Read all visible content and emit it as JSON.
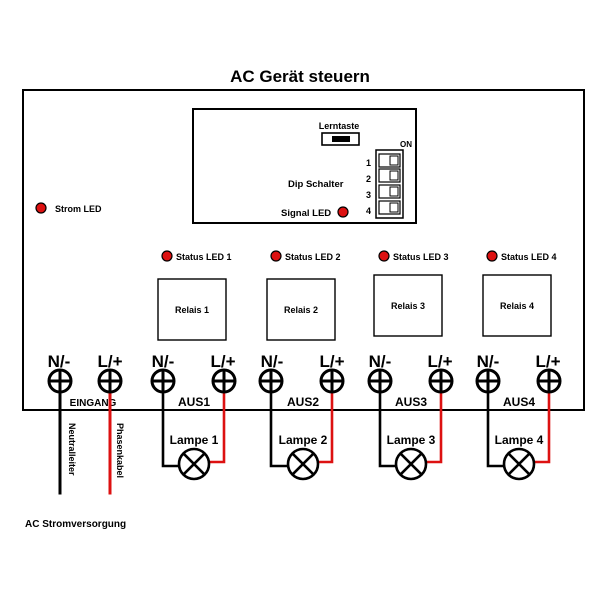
{
  "title": "AC Gerät steuern",
  "module": {
    "learn_button_label": "Lerntaste",
    "dip_on_label": "ON",
    "dip_label": "Dip Schalter",
    "dip_numbers": [
      "1",
      "2",
      "3",
      "4"
    ],
    "signal_led_label": "Signal LED"
  },
  "power_led_label": "Strom LED",
  "channels": [
    {
      "status_led": "Status LED 1",
      "relay": "Relais 1",
      "neg": "N/-",
      "pos": "L/+",
      "output": "AUS1",
      "lamp": "Lampe 1"
    },
    {
      "status_led": "Status LED 2",
      "relay": "Relais 2",
      "neg": "N/-",
      "pos": "L/+",
      "output": "AUS2",
      "lamp": "Lampe 2"
    },
    {
      "status_led": "Status LED 3",
      "relay": "Relais 3",
      "neg": "N/-",
      "pos": "L/+",
      "output": "AUS3",
      "lamp": "Lampe 3"
    },
    {
      "status_led": "Status LED 4",
      "relay": "Relais 4",
      "neg": "N/-",
      "pos": "L/+",
      "output": "AUS4",
      "lamp": "Lampe 4"
    }
  ],
  "input": {
    "neg": "N/-",
    "pos": "L/+",
    "label": "EINGANG",
    "neutral_wire_label": "Neutralleiter",
    "phase_wire_label": "Phasenkabel"
  },
  "supply_label": "AC Stromversorgung",
  "colors": {
    "led": "#dd1111",
    "phase_wire": "#dd1111",
    "neutral_wire": "#000000",
    "outline": "#000000",
    "background": "#ffffff"
  }
}
